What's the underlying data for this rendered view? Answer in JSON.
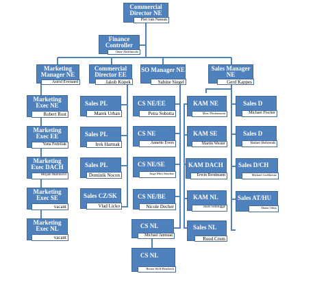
{
  "chart": {
    "ceo": {
      "title": "Commercial Director NE",
      "name": "Piet van Nassau"
    },
    "finance": {
      "title": "Finance Controller",
      "name": "Omar Abdelmoula"
    },
    "heads": [
      {
        "title": "Marketing Manager NE",
        "name": "Astrid Everaard"
      },
      {
        "title": "Commercial Director EE",
        "name": "Jakub Kopek"
      },
      {
        "title": "SO Manager NE",
        "name": "Sabine Siegel"
      },
      {
        "title": "Sales Manager NE",
        "name": "Gerd Kappes"
      }
    ],
    "marketing": [
      {
        "title": "Marketing Exec NE",
        "name": "Robert Rost"
      },
      {
        "title": "Marketing Exec EE",
        "name": "Yana Fedoliak"
      },
      {
        "title": "Marketing Exec DACH",
        "name": "Mirjam Martinovo"
      },
      {
        "title": "Marketing Exec SE",
        "name": "vacant"
      },
      {
        "title": "Marketing Exec NL",
        "name": "vacant"
      }
    ],
    "commercial": [
      {
        "title": "Sales PL",
        "name": "Marek Urban"
      },
      {
        "title": "Sales PL",
        "name": "Irek Harmak"
      },
      {
        "title": "Sales PL",
        "name": "Dominik Nocon"
      },
      {
        "title": "Sales CZ/SK",
        "name": "Vlad Licko"
      }
    ],
    "so": [
      {
        "title": "CS NE/EE",
        "name": "Petra Sobotta"
      },
      {
        "title": "CS NE",
        "name": "Annette Evers"
      },
      {
        "title": "CS NE/SE",
        "name": "Jorge Mirò Sànchez"
      },
      {
        "title": "CS NE/BE",
        "name": "Nicole Decher"
      },
      {
        "title": "CS NL",
        "name": "Michael Janmaat"
      },
      {
        "title": "CS NL",
        "name": "Reiner Wolf-Bernbeck"
      }
    ],
    "kam": [
      {
        "title": "KAM NE",
        "name": "Marc Pleckenstein"
      },
      {
        "title": "KAM SE",
        "name": "Martin Wester"
      },
      {
        "title": "KAM DACH",
        "name": "Erwin Brodmann"
      },
      {
        "title": "KAM NL",
        "name": "Joost Verbrugge"
      },
      {
        "title": "Sales NL",
        "name": "Ruud Crum"
      }
    ],
    "sales": [
      {
        "title": "Sales D",
        "name": "Michael Fischer"
      },
      {
        "title": "Sales D",
        "name": "Reiner Behrendt"
      },
      {
        "title": "Sales D/CH",
        "name": "Michael Großkreutz"
      },
      {
        "title": "Sales AT/HU",
        "name": "Diana Ottiss"
      }
    ]
  },
  "colors": {
    "box": "#4f81bd",
    "border": "#41699a",
    "line": "#4f81bd",
    "name_bg": "#ffffff"
  }
}
